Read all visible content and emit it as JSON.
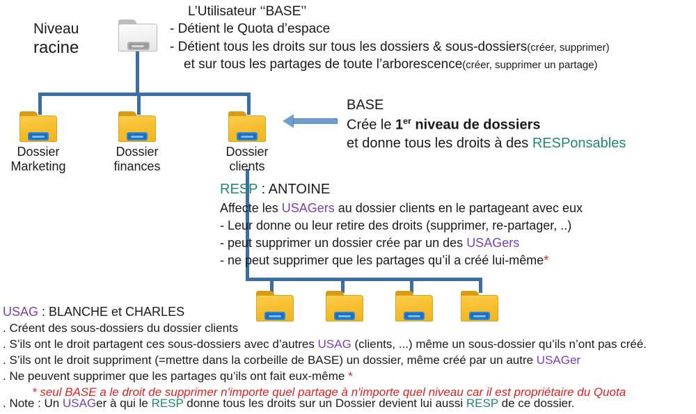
{
  "colors": {
    "line": "#3a6ea5",
    "folder_yellow": "#f7c031",
    "folder_grey": "#f1f1f1",
    "accent_resp_green": "#1f8a6e",
    "accent_usag_purple": "#7b3fb5",
    "warning_red": "#e02020",
    "arrow_blue": "#6f9fd1"
  },
  "root_level": {
    "label_line1": "Niveau",
    "label_line2": "racine",
    "icon": "folder-grey-icon"
  },
  "base_user_block": {
    "title": "L’Utilisateur ‘‘BASE’’",
    "line1": "- Détient le Quota d’espace",
    "line2_main": "- Détient tous les droits sur tous les dossiers & sous-dossiers",
    "line2_paren": "(créer, supprimer)",
    "line3_main": "et sur tous les partages de toute l’arborescence",
    "line3_paren": "(créer, supprimer un partage)"
  },
  "level1_folders": [
    {
      "icon": "folder-icon",
      "label_line1": "Dossier",
      "label_line2": "Marketing"
    },
    {
      "icon": "folder-icon",
      "label_line1": "Dossier",
      "label_line2": "finances"
    },
    {
      "icon": "folder-icon",
      "label_line1": "Dossier",
      "label_line2": "clients"
    }
  ],
  "base_callout": {
    "title": "BASE",
    "line1_pre": "Crée le ",
    "line1_num": "1",
    "line1_sup": "er",
    "line1_bold": " niveau de dossiers",
    "line2_pre": "et donne tous les droits à des ",
    "line2_highlight": "RESPonsables",
    "arrow": "left-arrow-icon"
  },
  "resp_block": {
    "title_name": "RESP",
    "title_rest": " : ANTOINE",
    "line1_pre": "Affecte les ",
    "line1_hl": "USAGers",
    "line1_post": " au dossier clients en le partageant avec eux",
    "line2": "- Leur donne ou leur retire des droits (supprimer, re-partager, ..)",
    "line3_pre": "- peut supprimer un dossier crée par un des ",
    "line3_hl": "USAGers",
    "line4_pre": "- ne peut supprimer que les partages qu’il a créé lui-même",
    "line4_star": "*"
  },
  "level2_folders": [
    {
      "icon": "folder-icon"
    },
    {
      "icon": "folder-icon"
    },
    {
      "icon": "folder-icon"
    },
    {
      "icon": "folder-icon"
    }
  ],
  "usag_block": {
    "title_name": "USAG",
    "title_rest": " : BLANCHE et CHARLES",
    "line1": ". Créent des sous-dossiers du dossier clients",
    "line2_pre": ". S’ils ont le droit partagent ces sous-dossiers avec d’autres ",
    "line2_hl": "USAG",
    "line2_post": " (clients, ...) même un sous-dossier qu’ils n’ont pas créé.",
    "line3_pre": ". S’ils ont le droit  suppriment (=mettre dans la corbeille de BASE) un dossier, même créé par un autre ",
    "line3_hl": "USAGer",
    "line4_pre": ". Ne peuvent supprimer que les partages qu’ils ont fait eux-même ",
    "line4_star": "*",
    "footnote": "* seul BASE a le droit de supprimer n'importe quel partage à n'importe quel niveau car il est propriétaire du Quota"
  },
  "note_block": {
    "pre": ". Note : Un ",
    "hl1": "USAG",
    "mid1": "er à qui le ",
    "hl2": "RESP",
    "mid2": " donne tous les droits sur un Dossier devient lui aussi ",
    "hl3": "RESP",
    "post": " de ce dossier."
  }
}
